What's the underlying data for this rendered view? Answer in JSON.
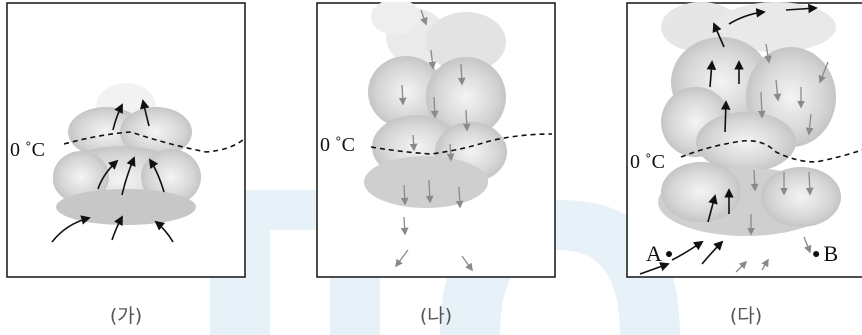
{
  "panels": [
    {
      "caption": "(가)",
      "freezing_label": "0 ˚C"
    },
    {
      "caption": "(나)",
      "freezing_label": "0 ˚C"
    },
    {
      "caption": "(다)",
      "freezing_label": "0 ˚C",
      "point_a": "A",
      "point_b": "B"
    }
  ],
  "colors": {
    "updraft": "#111111",
    "downdraft": "#8a8a8a",
    "frame": "#222222",
    "watermark": "#e4f1f7"
  }
}
